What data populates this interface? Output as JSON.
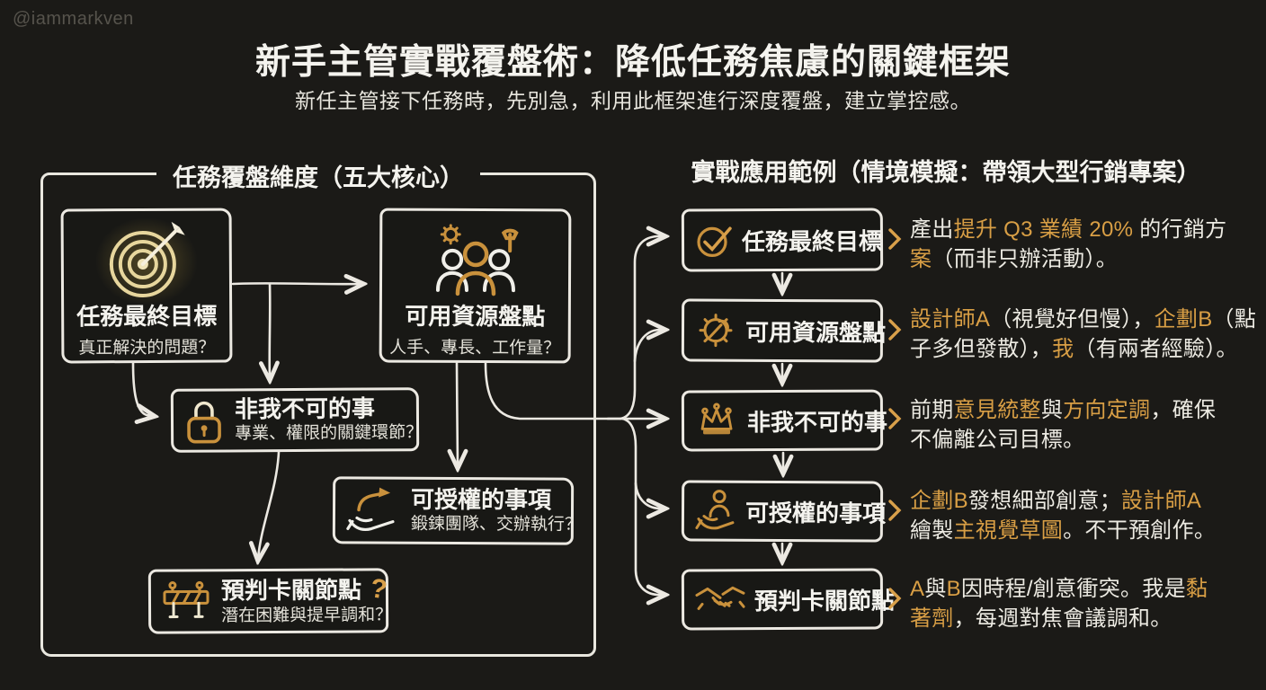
{
  "watermark": "@iammarkven",
  "title": "新手主管實戰覆盤術：降低任務焦慮的關鍵框架",
  "subtitle": "新任主管接下任務時，先別急，利用此框架進行深度覆盤，建立掌控感。",
  "colors": {
    "background": "#1b1a17",
    "text_white": "#f4f3ee",
    "accent_text": "#d99f45",
    "accent_icon": "#c9913c",
    "line_white": "#ece9e2"
  },
  "left_panel": {
    "title": "任務覆盤維度（五大核心）",
    "boxes": [
      {
        "icon": "target-icon",
        "label": "任務最終目標",
        "sub": "真正解決的問題？"
      },
      {
        "icon": "team-gear-wrench-icon",
        "label": "可用資源盤點",
        "sub": "人手、專長、工作量？"
      },
      {
        "icon": "lock-icon",
        "label": "非我不可的事",
        "sub": "專業、權限的關鍵環節？"
      },
      {
        "icon": "delegate-hand-icon",
        "label": "可授權的事項",
        "sub": "鍛鍊團隊、交辦執行？"
      },
      {
        "icon": "barrier-icon",
        "label": "預判卡關節點",
        "sub": "潛在困難與提早調和？",
        "badge": "?"
      }
    ]
  },
  "right_panel": {
    "title": "實戰應用範例（情境模擬：帶領大型行銷專案）",
    "rows": [
      {
        "icon": "check-circle-icon",
        "label": "任務最終目標",
        "segments": [
          {
            "t": "產出",
            "h": false
          },
          {
            "t": "提升 Q3 業績 20%",
            "h": true
          },
          {
            "t": " 的行銷方\n",
            "h": false
          },
          {
            "t": "案",
            "h": true
          },
          {
            "t": "（而非只辦活動）。",
            "h": false
          }
        ]
      },
      {
        "icon": "gear-wrench-icon",
        "label": "可用資源盤點",
        "segments": [
          {
            "t": "設計師A",
            "h": true
          },
          {
            "t": "（視覺好但慢），",
            "h": false
          },
          {
            "t": "企劃B",
            "h": true
          },
          {
            "t": "（點\n子多但發散），",
            "h": false
          },
          {
            "t": "我",
            "h": true
          },
          {
            "t": "（有兩者經驗）。",
            "h": false
          }
        ]
      },
      {
        "icon": "crown-icon",
        "label": "非我不可的事",
        "segments": [
          {
            "t": "前期",
            "h": false
          },
          {
            "t": "意見統整",
            "h": true
          },
          {
            "t": "與",
            "h": false
          },
          {
            "t": "方向定調",
            "h": true
          },
          {
            "t": "，確保\n不偏離公司目標。",
            "h": false
          }
        ]
      },
      {
        "icon": "hand-person-icon",
        "label": "可授權的事項",
        "segments": [
          {
            "t": "企劃B",
            "h": true
          },
          {
            "t": "發想細部創意；",
            "h": false
          },
          {
            "t": "設計師A",
            "h": true
          },
          {
            "t": "\n繪製",
            "h": false
          },
          {
            "t": "主視覺草圖",
            "h": true
          },
          {
            "t": "。不干預創作。",
            "h": false
          }
        ]
      },
      {
        "icon": "handshake-icon",
        "label": "預判卡關節點",
        "segments": [
          {
            "t": "A",
            "h": true
          },
          {
            "t": "與",
            "h": false
          },
          {
            "t": "B",
            "h": true
          },
          {
            "t": "因時程/創意衝突。我是",
            "h": false
          },
          {
            "t": "黏\n著劑",
            "h": true
          },
          {
            "t": "，每週對焦會議調和。",
            "h": false
          }
        ]
      }
    ]
  }
}
